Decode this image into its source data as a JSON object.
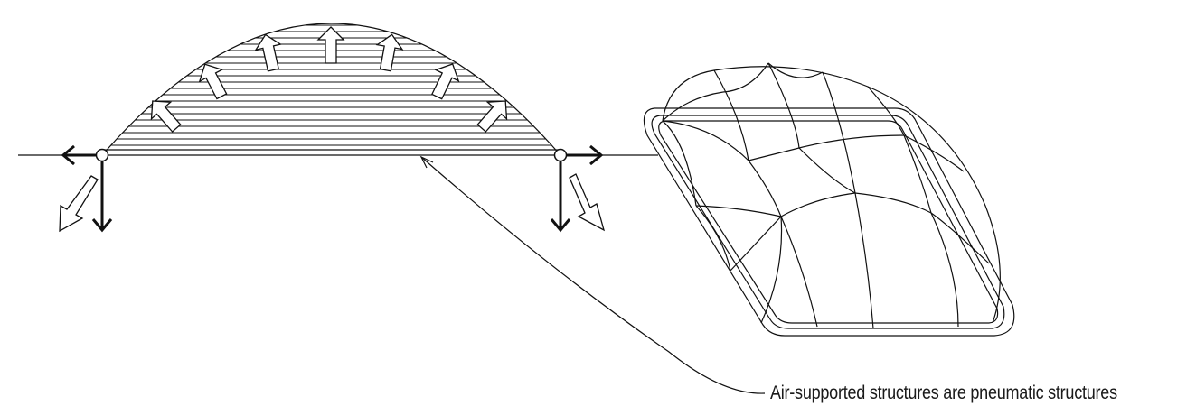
{
  "caption": "Air-supported structures are pneumatic structures",
  "elements": {
    "section": "air-supported-membrane-section",
    "plan": "air-supported-dome-perspective",
    "pressure_icon": "pressure-arrow-icon",
    "anchor_icon": "anchor-reaction-arrow-icon"
  }
}
